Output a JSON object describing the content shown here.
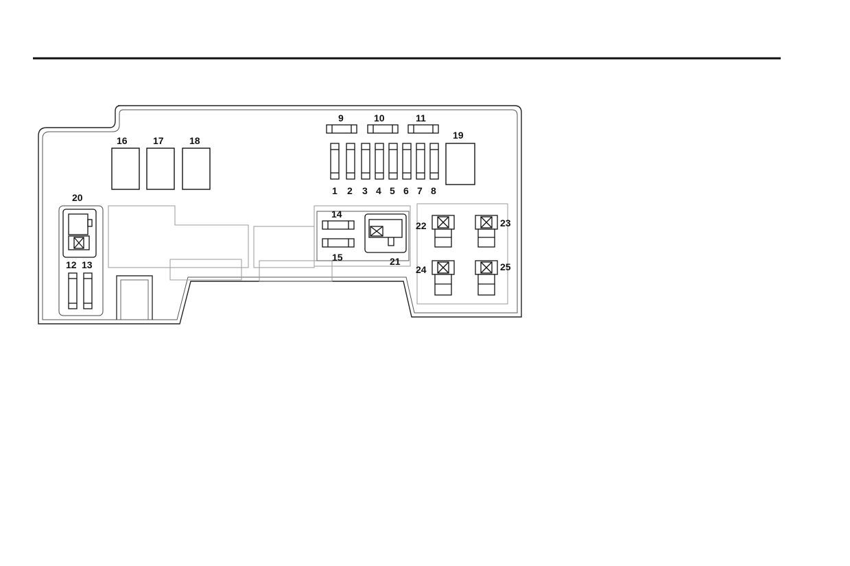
{
  "colors": {
    "line": "#111111",
    "thin": "#444444",
    "faint": "#9a9a9a",
    "background": "#ffffff"
  },
  "fuse_box": {
    "labels": {
      "n1": "1",
      "n2": "2",
      "n3": "3",
      "n4": "4",
      "n5": "5",
      "n6": "6",
      "n7": "7",
      "n8": "8",
      "n9": "9",
      "n10": "10",
      "n11": "11",
      "n12": "12",
      "n13": "13",
      "n14": "14",
      "n15": "15",
      "n16": "16",
      "n17": "17",
      "n18": "18",
      "n19": "19",
      "n20": "20",
      "n21": "21",
      "n22": "22",
      "n23": "23",
      "n24": "24",
      "n25": "25"
    },
    "icons": {
      "large_relay": "relay-icon",
      "mini_relay": "mini-relay-icon",
      "fuse": "fuse-icon"
    }
  }
}
